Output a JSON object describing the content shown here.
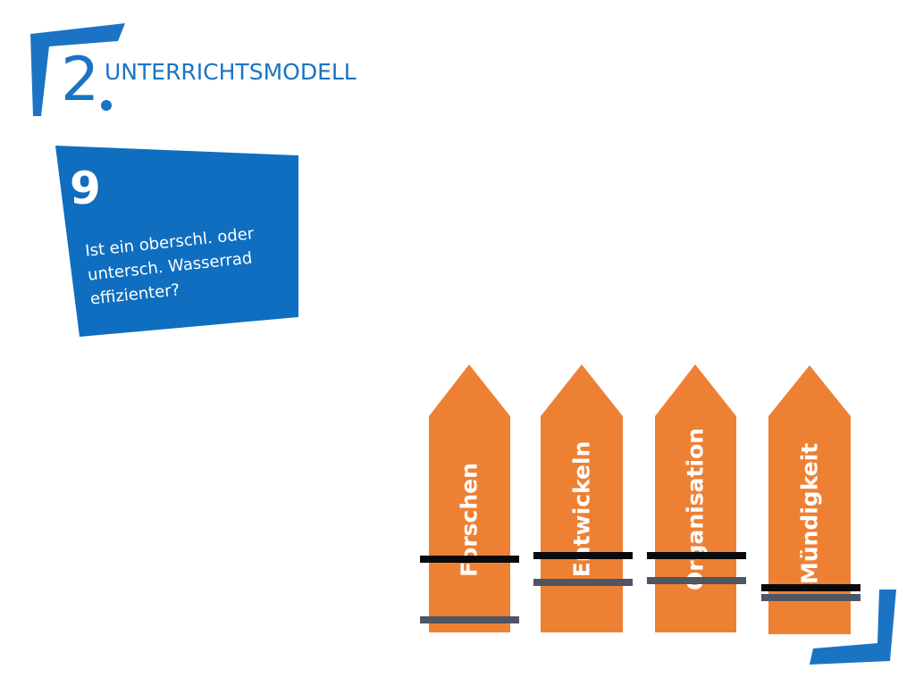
{
  "header": {
    "section_number": "2",
    "section_title": "UNTERRICHTSMODELL"
  },
  "card": {
    "number": "9",
    "question": "Ist ein oberschl. oder untersch. Wasserrad effizienter?"
  },
  "fence": {
    "pickets": [
      {
        "label": "Forschen"
      },
      {
        "label": "Entwickeln"
      },
      {
        "label": "Organisation"
      },
      {
        "label": "Mündigkeit"
      }
    ]
  },
  "colors": {
    "brand_blue": "#1b73c4",
    "card_blue": "#0f6ebf",
    "picket_orange": "#ee8034",
    "rail_black": "#0a0a0a",
    "rail_gray": "#4e5563"
  }
}
